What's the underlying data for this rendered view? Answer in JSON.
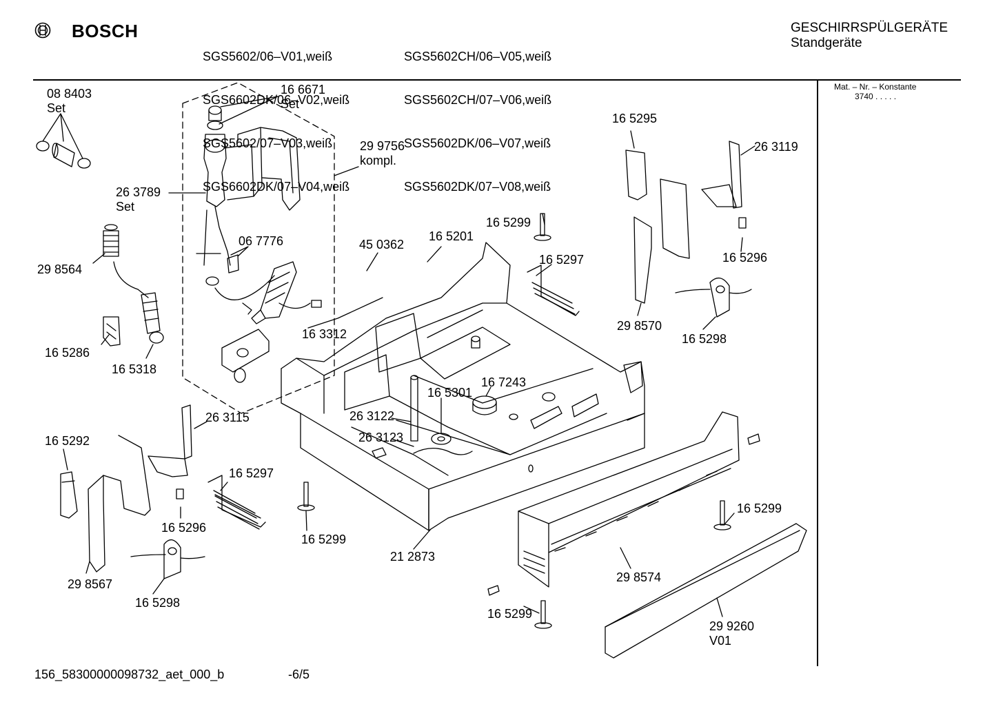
{
  "header": {
    "brand": "BOSCH",
    "models_col1": [
      "SGS5602/06–V01,weiß",
      "SGS6602DK/06–V02,weiß",
      "SGS5602/07–V03,weiß",
      "SGS6602DK/07–V04,weiß"
    ],
    "models_col2": [
      "SGS5602CH/06–V05,weiß",
      "SGS5602CH/07–V06,weiß",
      "SGS5602DK/06–V07,weiß",
      "SGS5602DK/07–V08,weiß"
    ],
    "category": "GESCHIRRSPÜLGERÄTE",
    "subcategory": "Standgeräte"
  },
  "side_panel": {
    "mat_label": "Mat. – Nr. – Konstante",
    "mat_value": "3740  .  .  .  .  ."
  },
  "parts": {
    "p088403": "08 8403",
    "p088403_sub": "Set",
    "p166671": "16 6671",
    "p166671_sub": "Set",
    "p299756": "29 9756",
    "p299756_sub": "kompl.",
    "p263789": "26 3789",
    "p263789_sub": "Set",
    "p067776": "06 7776",
    "p298564": "29 8564",
    "p165286": "16 5286",
    "p165318": "16 5318",
    "p163312": "16 3312",
    "p450362": "45 0362",
    "p165201": "16 5201",
    "p165299_a": "16 5299",
    "p165297_a": "16 5297",
    "p165295": "16 5295",
    "p263119": "26 3119",
    "p165296_a": "16 5296",
    "p298570": "29 8570",
    "p165298_a": "16 5298",
    "p167243": "16 7243",
    "p165301": "16 5301",
    "p263122": "26 3122",
    "p263123": "26 3123",
    "p263115": "26 3115",
    "p165292": "16 5292",
    "p165297_b": "16 5297",
    "p165296_b": "16 5296",
    "p298567": "29 8567",
    "p165298_b": "16 5298",
    "p165299_b": "16 5299",
    "p212873": "21 2873",
    "p165299_c": "16 5299",
    "p298574": "29 8574",
    "p165299_d": "16 5299",
    "p299260": "29 9260",
    "p299260_sub": "V01"
  },
  "footer": {
    "doc_id": "156_58300000098732_aet_000_b",
    "page": "-6/5"
  }
}
